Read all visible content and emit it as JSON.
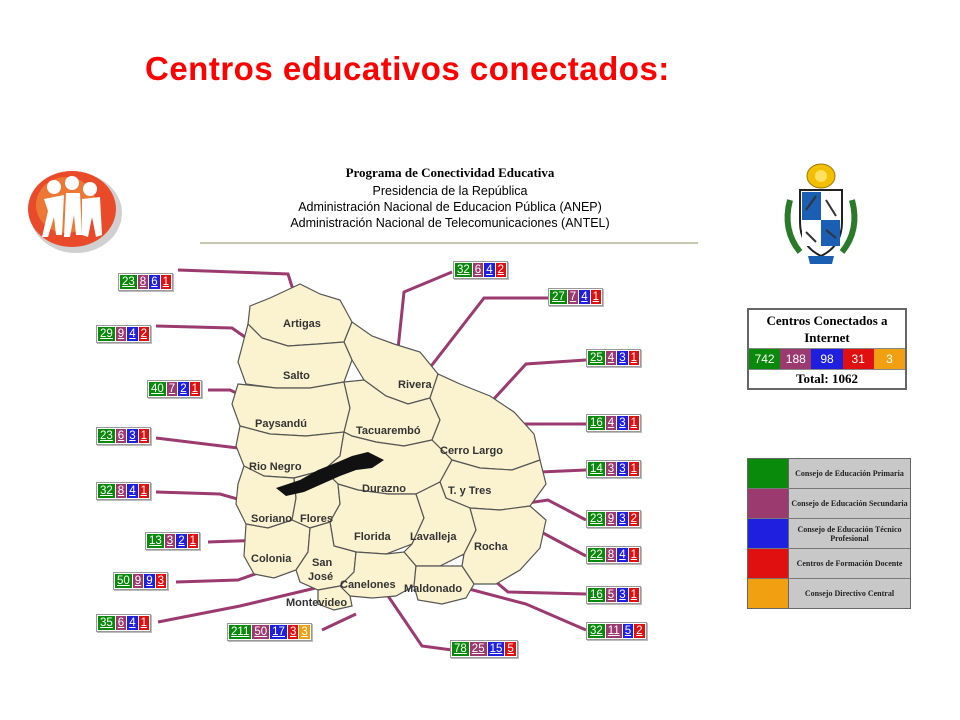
{
  "title": "Centros educativos conectados:",
  "header": {
    "line1": "Programa de Conectividad Educativa",
    "line2": "Presidencia de la República",
    "line3": "Administración Nacional de Educacion Pública (ANEP)",
    "line4": "Administración Nacional de Telecomunicaciones (ANTEL)"
  },
  "colors": {
    "green": "#0a8a0a",
    "purple": "#9b3a6e",
    "blue": "#1f1fe0",
    "red": "#e01010",
    "orange": "#f0a010",
    "map_fill": "#fbf3cf",
    "leader": "#9b3a6e"
  },
  "regions": [
    "Artigas",
    "Salto",
    "Paysandú",
    "Rio Negro",
    "Soriano",
    "Colonia",
    "Flores",
    "San José",
    "Montevideo",
    "Canelones",
    "Florida",
    "Durazno",
    "Tacuarembó",
    "Rivera",
    "Cerro Largo",
    "T. y Tres",
    "Lavalleja",
    "Rocha",
    "Maldonado"
  ],
  "counters": [
    {
      "region": "Artigas",
      "values": [
        23,
        8,
        6,
        1
      ]
    },
    {
      "region": "Salto",
      "values": [
        29,
        9,
        4,
        2
      ]
    },
    {
      "region": "Paysandú",
      "values": [
        40,
        7,
        2,
        1
      ]
    },
    {
      "region": "Rio Negro",
      "values": [
        23,
        6,
        3,
        1
      ]
    },
    {
      "region": "Soriano",
      "values": [
        32,
        8,
        4,
        1
      ]
    },
    {
      "region": "Flores",
      "values": [
        13,
        3,
        2,
        1
      ]
    },
    {
      "region": "Colonia",
      "values": [
        50,
        9,
        9,
        3
      ]
    },
    {
      "region": "San José",
      "values": [
        35,
        6,
        4,
        1
      ]
    },
    {
      "region": "Montevideo",
      "values": [
        211,
        50,
        17,
        3,
        3
      ]
    },
    {
      "region": "Canelones",
      "values": [
        78,
        25,
        15,
        5
      ]
    },
    {
      "region": "Rivera",
      "values": [
        32,
        6,
        4,
        2
      ]
    },
    {
      "region": "Tacuarembó",
      "values": [
        27,
        7,
        4,
        1
      ]
    },
    {
      "region": "Cerro Largo",
      "values": [
        25,
        4,
        3,
        1
      ]
    },
    {
      "region": "Durazno",
      "values": [
        16,
        4,
        3,
        1
      ]
    },
    {
      "region": "T. y Tres",
      "values": [
        14,
        3,
        3,
        1
      ]
    },
    {
      "region": "Florida",
      "values": [
        23,
        9,
        3,
        2
      ]
    },
    {
      "region": "Lavalleja",
      "values": [
        22,
        8,
        4,
        1
      ]
    },
    {
      "region": "Rocha",
      "values": [
        16,
        5,
        3,
        1
      ]
    },
    {
      "region": "Maldonado",
      "values": [
        32,
        11,
        5,
        2
      ]
    }
  ],
  "summary": {
    "title": "Centros Conectados a Internet",
    "values": [
      742,
      188,
      98,
      31,
      3
    ],
    "total": "Total: 1062"
  },
  "legend": [
    {
      "color": "green",
      "label": "Consejo de Educación Primaria"
    },
    {
      "color": "purple",
      "label": "Consejo de Educación Secundaria"
    },
    {
      "color": "blue",
      "label": "Consejo de Educación Técnico Profesional"
    },
    {
      "color": "red",
      "label": "Centros de Formación Docente"
    },
    {
      "color": "orange",
      "label": "Consejo Directivo Central"
    }
  ]
}
